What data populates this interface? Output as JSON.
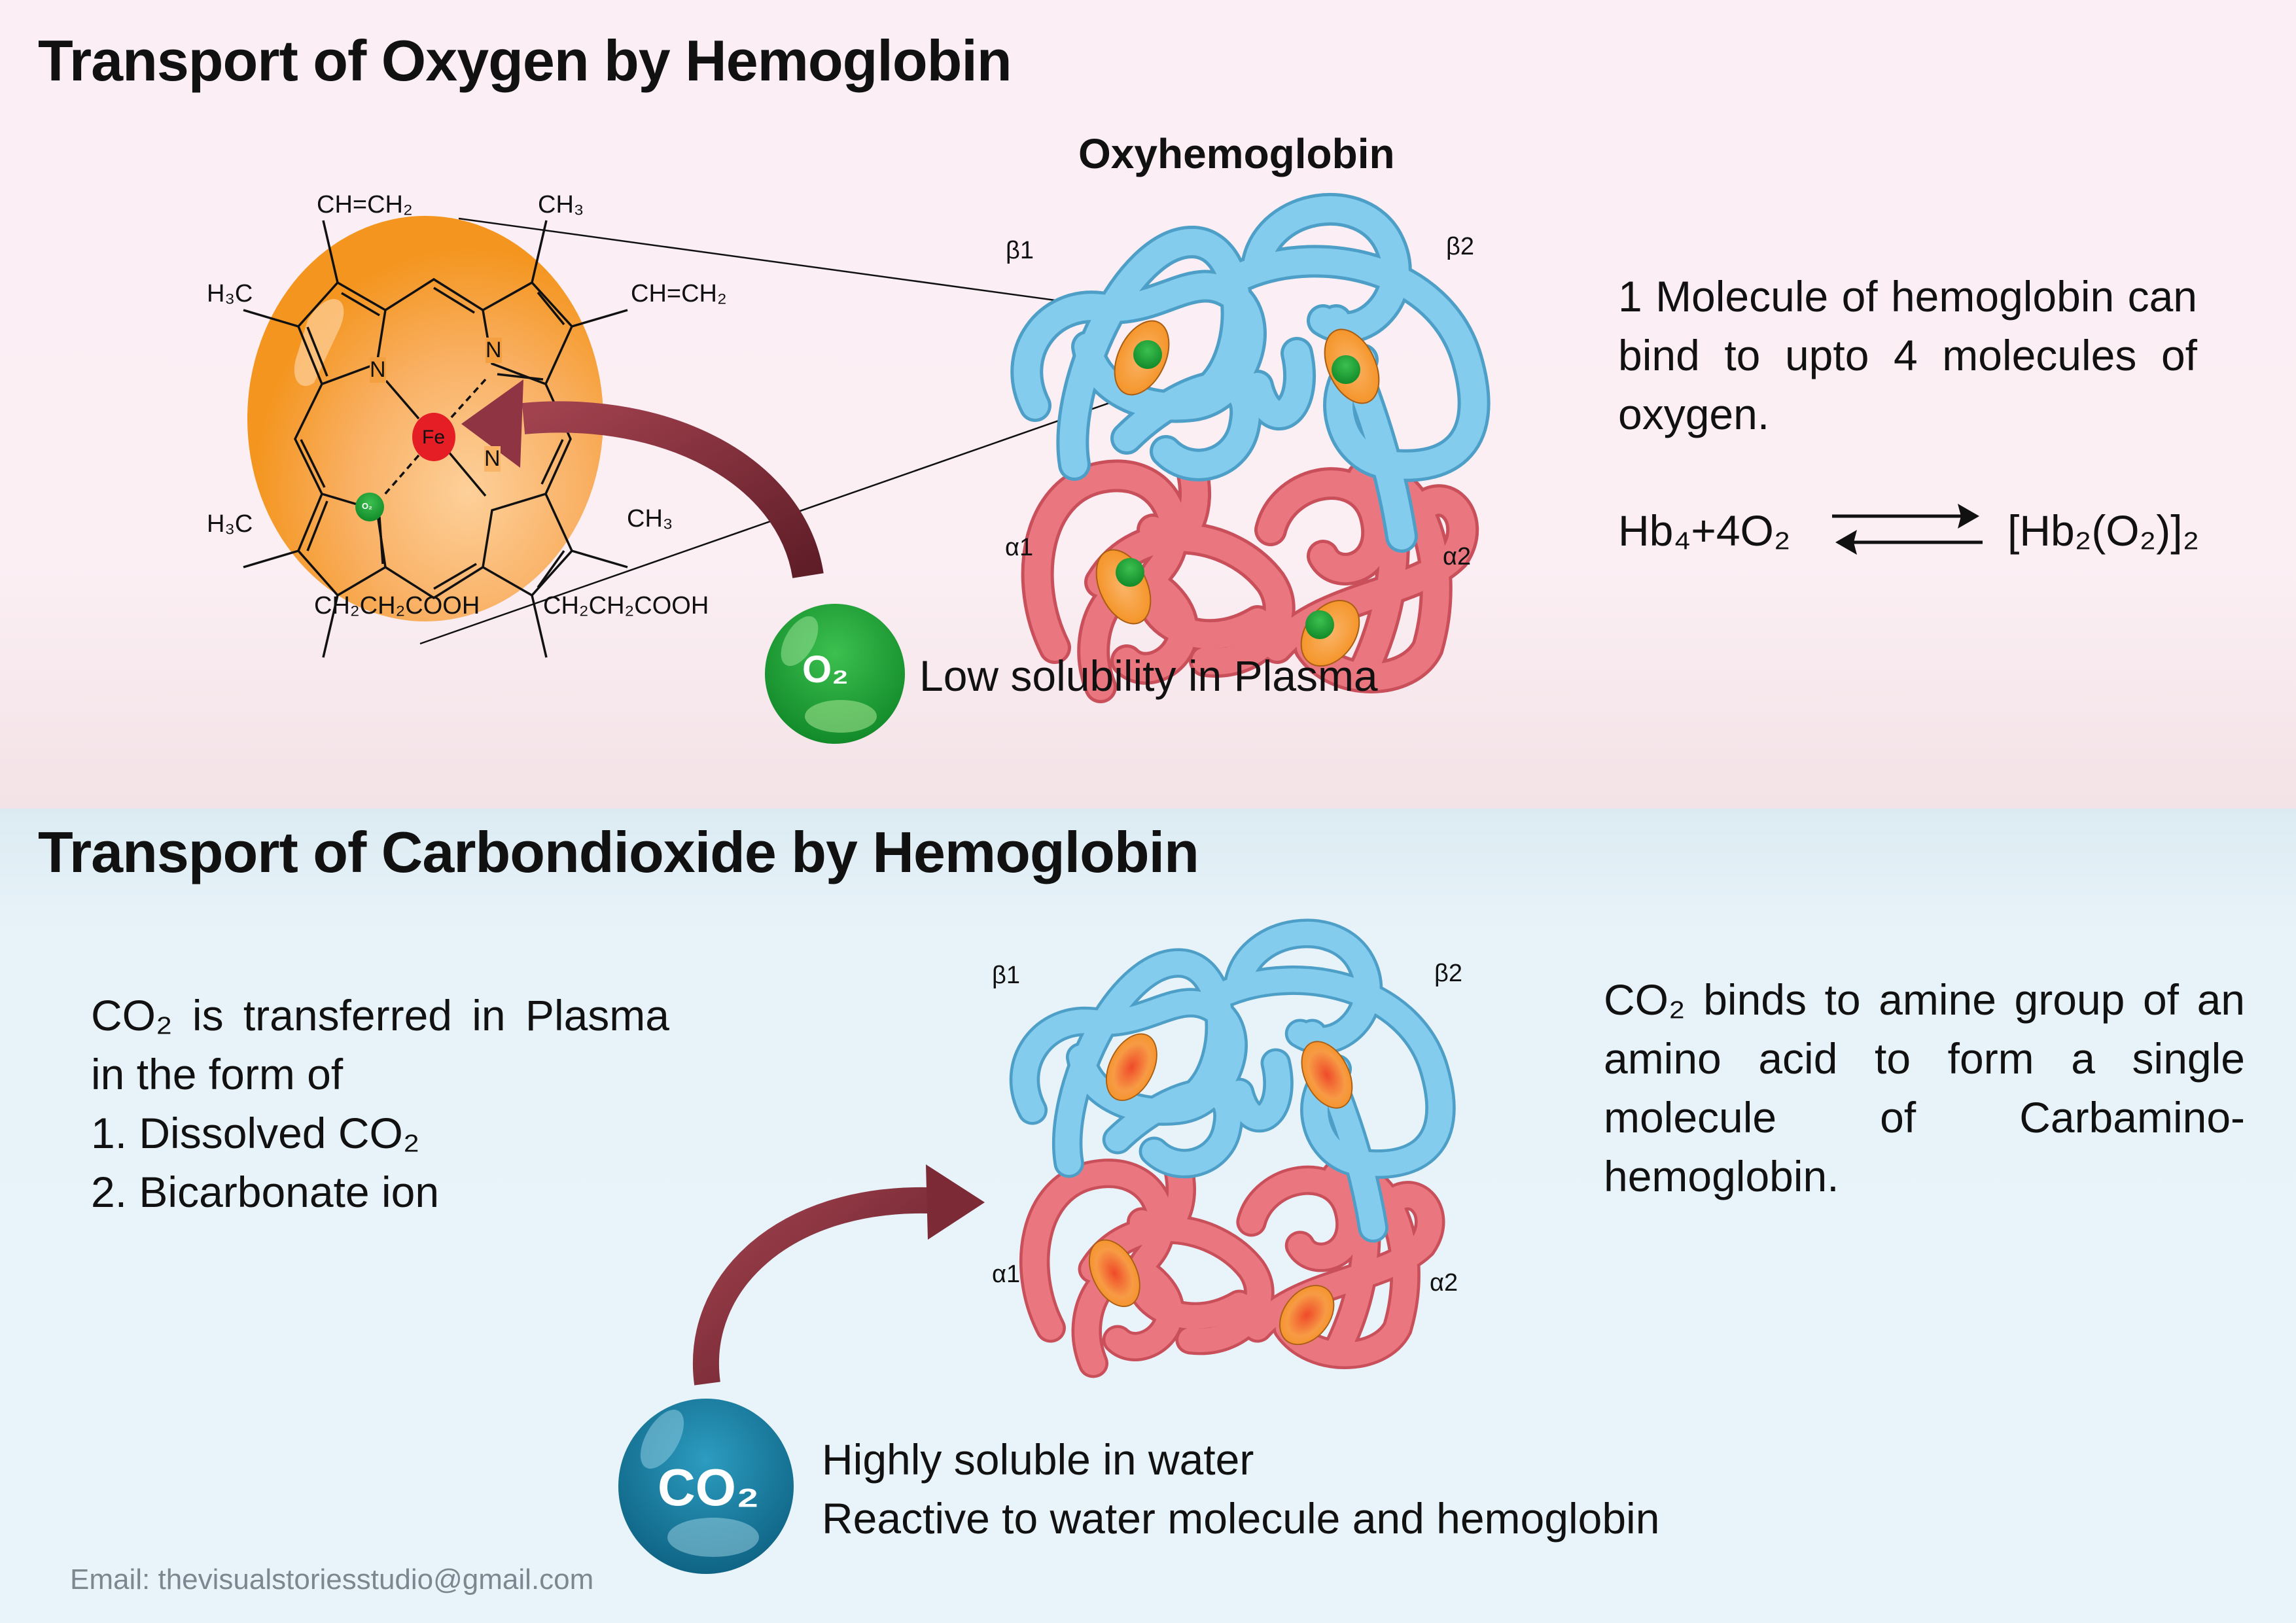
{
  "colors": {
    "blue_chain": "#7cc6ea",
    "red_chain": "#e9737d",
    "heme": "#f4951f",
    "oxygen": "#1fa33a",
    "co2": "#1a7fa0",
    "arrow": "#7b2a36",
    "iron": "#e51e25"
  },
  "oxygen_section": {
    "title": "Transport of Oxygen by Hemoglobin",
    "heme": {
      "iron_label": "Fe",
      "nitrogen_label": "N",
      "o2_badge": "O₂",
      "substituents": [
        "CH=CH₂",
        "CH₃",
        "H₃C",
        "CH=CH₂",
        "H₃C",
        "CH₃",
        "CH₂CH₂COOH",
        "CH₂CH₂COOH"
      ]
    },
    "protein_title": "Oxyhemoglobin",
    "chain_labels": {
      "b1": "β1",
      "b2": "β2",
      "a1": "α1",
      "a2": "α2"
    },
    "heme_o2_badge": "O₂",
    "description": "1 Molecule of hemoglobin can bind to upto 4 molecules of oxygen.",
    "equation": {
      "left": "Hb₄+4O₂",
      "right": "[Hb₂(O₂)]₂"
    },
    "molecule_label": "O₂",
    "molecule_note": "Low solubility in Plasma"
  },
  "co2_section": {
    "title": "Transport of Carbondioxide by Hemoglobin",
    "intro": "CO₂ is transferred in Plasma in the form of",
    "forms": [
      "1. Dissolved CO₂",
      "2. Bicarbonate ion"
    ],
    "chain_labels": {
      "b1": "β1",
      "b2": "β2",
      "a1": "α1",
      "a2": "α2"
    },
    "description": "CO₂ binds to amine group of an amino acid to form a single molecule of Carbamino-hemoglobin.",
    "molecule_label": "CO₂",
    "molecule_notes": [
      "Highly soluble in water",
      "Reactive to water molecule and hemoglobin"
    ]
  },
  "footer": {
    "email": "Email: thevisualstoriesstudio@gmail.com"
  }
}
